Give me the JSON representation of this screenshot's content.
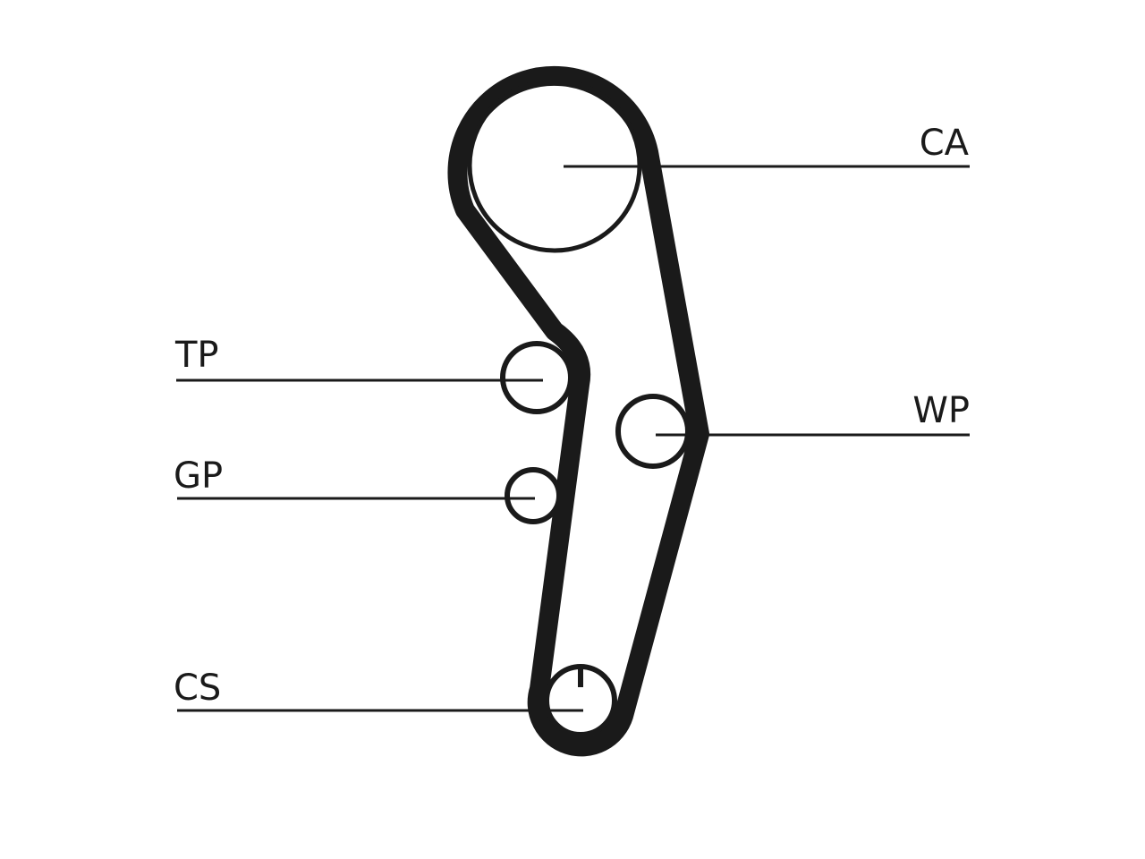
{
  "diagram": {
    "labels": {
      "ca": "CA",
      "tp": "TP",
      "gp": "GP",
      "wp": "WP",
      "cs": "CS"
    },
    "colors": {
      "ink": "#1a1a1a",
      "background": "#ffffff"
    }
  }
}
